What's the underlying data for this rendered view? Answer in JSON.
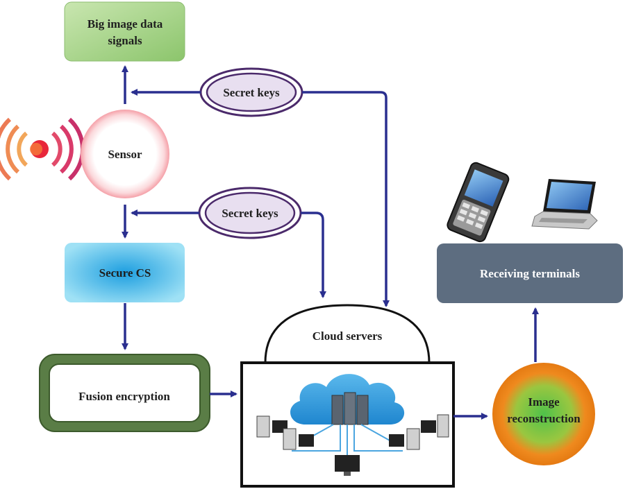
{
  "nodes": {
    "big_data": {
      "line1": "Big image data",
      "line2": "signals"
    },
    "sensor": {
      "label": "Sensor"
    },
    "secret_keys_top": {
      "label": "Secret keys"
    },
    "secret_keys_mid": {
      "label": "Secret keys"
    },
    "secure_cs": {
      "label": "Secure CS"
    },
    "fusion": {
      "label": "Fusion encryption"
    },
    "cloud": {
      "label": "Cloud servers"
    },
    "recon": {
      "line1": "Image",
      "line2": "reconstruction"
    },
    "receiving": {
      "label": "Receiving terminals"
    }
  },
  "colors": {
    "arrow": "#2a2f8f",
    "big_data_fill": "#a8d08d",
    "secure_cs_fill": "#36b7e8",
    "fusion_border": "#4f7a3a",
    "receiving_fill": "#5d6d80",
    "recon_outer": "#ef8a1e",
    "recon_inner": "#55c048",
    "key_fill": "#e8dff0",
    "key_border": "#4b2a6b"
  },
  "icons": [
    "signal-waves-icon",
    "mobile-phone-icon",
    "laptop-icon",
    "server-rack-icon",
    "desktop-computer-icon"
  ]
}
